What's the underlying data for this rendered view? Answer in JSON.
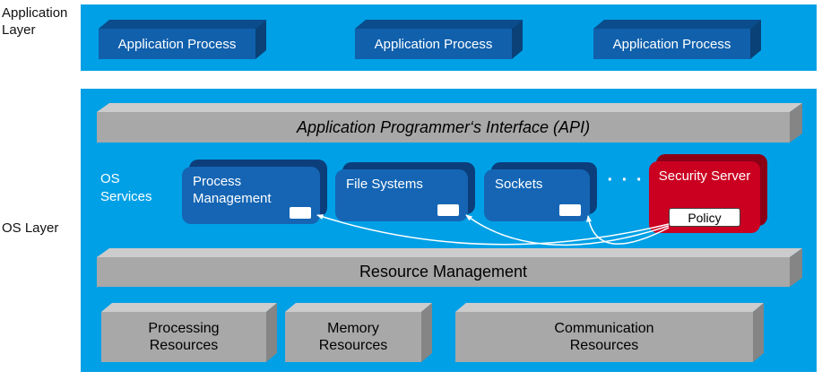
{
  "colors": {
    "layer_blue": "#00a0e6",
    "box_blue": "#1060ac",
    "service_blue": "#1565b4",
    "security_red": "#cb0021",
    "bar_gray": "#a8a8a8"
  },
  "left_labels": {
    "application_layer": "Application Layer",
    "os_layer": "OS Layer"
  },
  "application_layer": {
    "processes": [
      {
        "label": "Application Process"
      },
      {
        "label": "Application Process"
      },
      {
        "label": "Application Process"
      }
    ]
  },
  "os_layer": {
    "api_bar": "Application Programmer‘s Interface (API)",
    "services_label": "OS Services",
    "services": [
      {
        "label": "Process Management"
      },
      {
        "label": "File Systems"
      },
      {
        "label": "Sockets"
      }
    ],
    "ellipsis": "· · ·",
    "security_server": {
      "label": "Security Server",
      "policy_label": "Policy"
    },
    "resource_bar": "Resource Management",
    "resources": [
      {
        "label": "Processing Resources"
      },
      {
        "label": "Memory Resources"
      },
      {
        "label": "Communication Resources"
      }
    ]
  }
}
